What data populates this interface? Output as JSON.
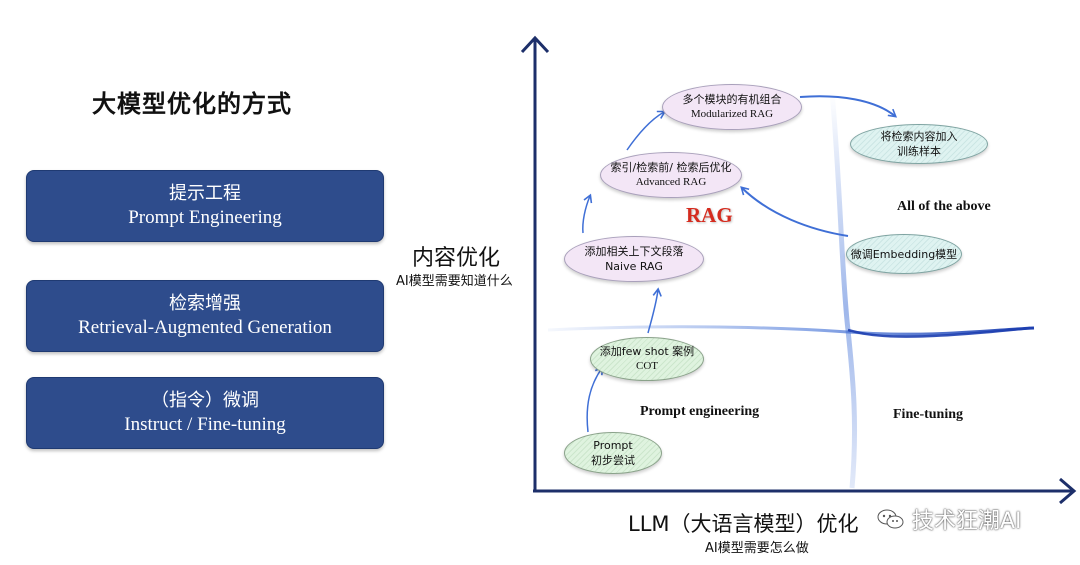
{
  "title": "大模型优化的方式",
  "methods": [
    {
      "zh": "提示工程",
      "en": "Prompt Engineering"
    },
    {
      "zh": "检索增强",
      "en": "Retrieval-Augmented Generation"
    },
    {
      "zh": "（指令）微调",
      "en": "Instruct / Fine-tuning"
    }
  ],
  "axes": {
    "y_title": "内容优化",
    "y_sub": "AI模型需要知道什么",
    "x_title": "LLM（大语言模型）优化",
    "x_sub": "AI模型需要怎么做"
  },
  "nodes": {
    "prompt": {
      "line1": "Prompt",
      "line2": "初步尝试"
    },
    "fewshot": {
      "line1": "添加few shot 案例",
      "line2": "COT"
    },
    "naive": {
      "line1": "添加相关上下文段落",
      "line2": "Naive RAG"
    },
    "advanced": {
      "line1": "索引/检索前/ 检索后优化",
      "line2": "Advanced RAG"
    },
    "modular": {
      "line1": "多个模块的有机组合",
      "line2": "Modularized RAG"
    },
    "train": {
      "line1": "将检索内容加入",
      "line2": "训练样本"
    },
    "embedding": {
      "line1": "微调Embedding模型",
      "line2": ""
    }
  },
  "regions": {
    "prompt_eng": "Prompt engineering",
    "fine_tuning": "Fine-tuning",
    "all_above": "All of the above",
    "rag": "RAG"
  },
  "watermark": "技术狂潮AI",
  "colors": {
    "card": "#2e4c8c",
    "axis": "#1d2f6a",
    "flow": "#3f6fd6",
    "rag": "#d52b1e"
  }
}
